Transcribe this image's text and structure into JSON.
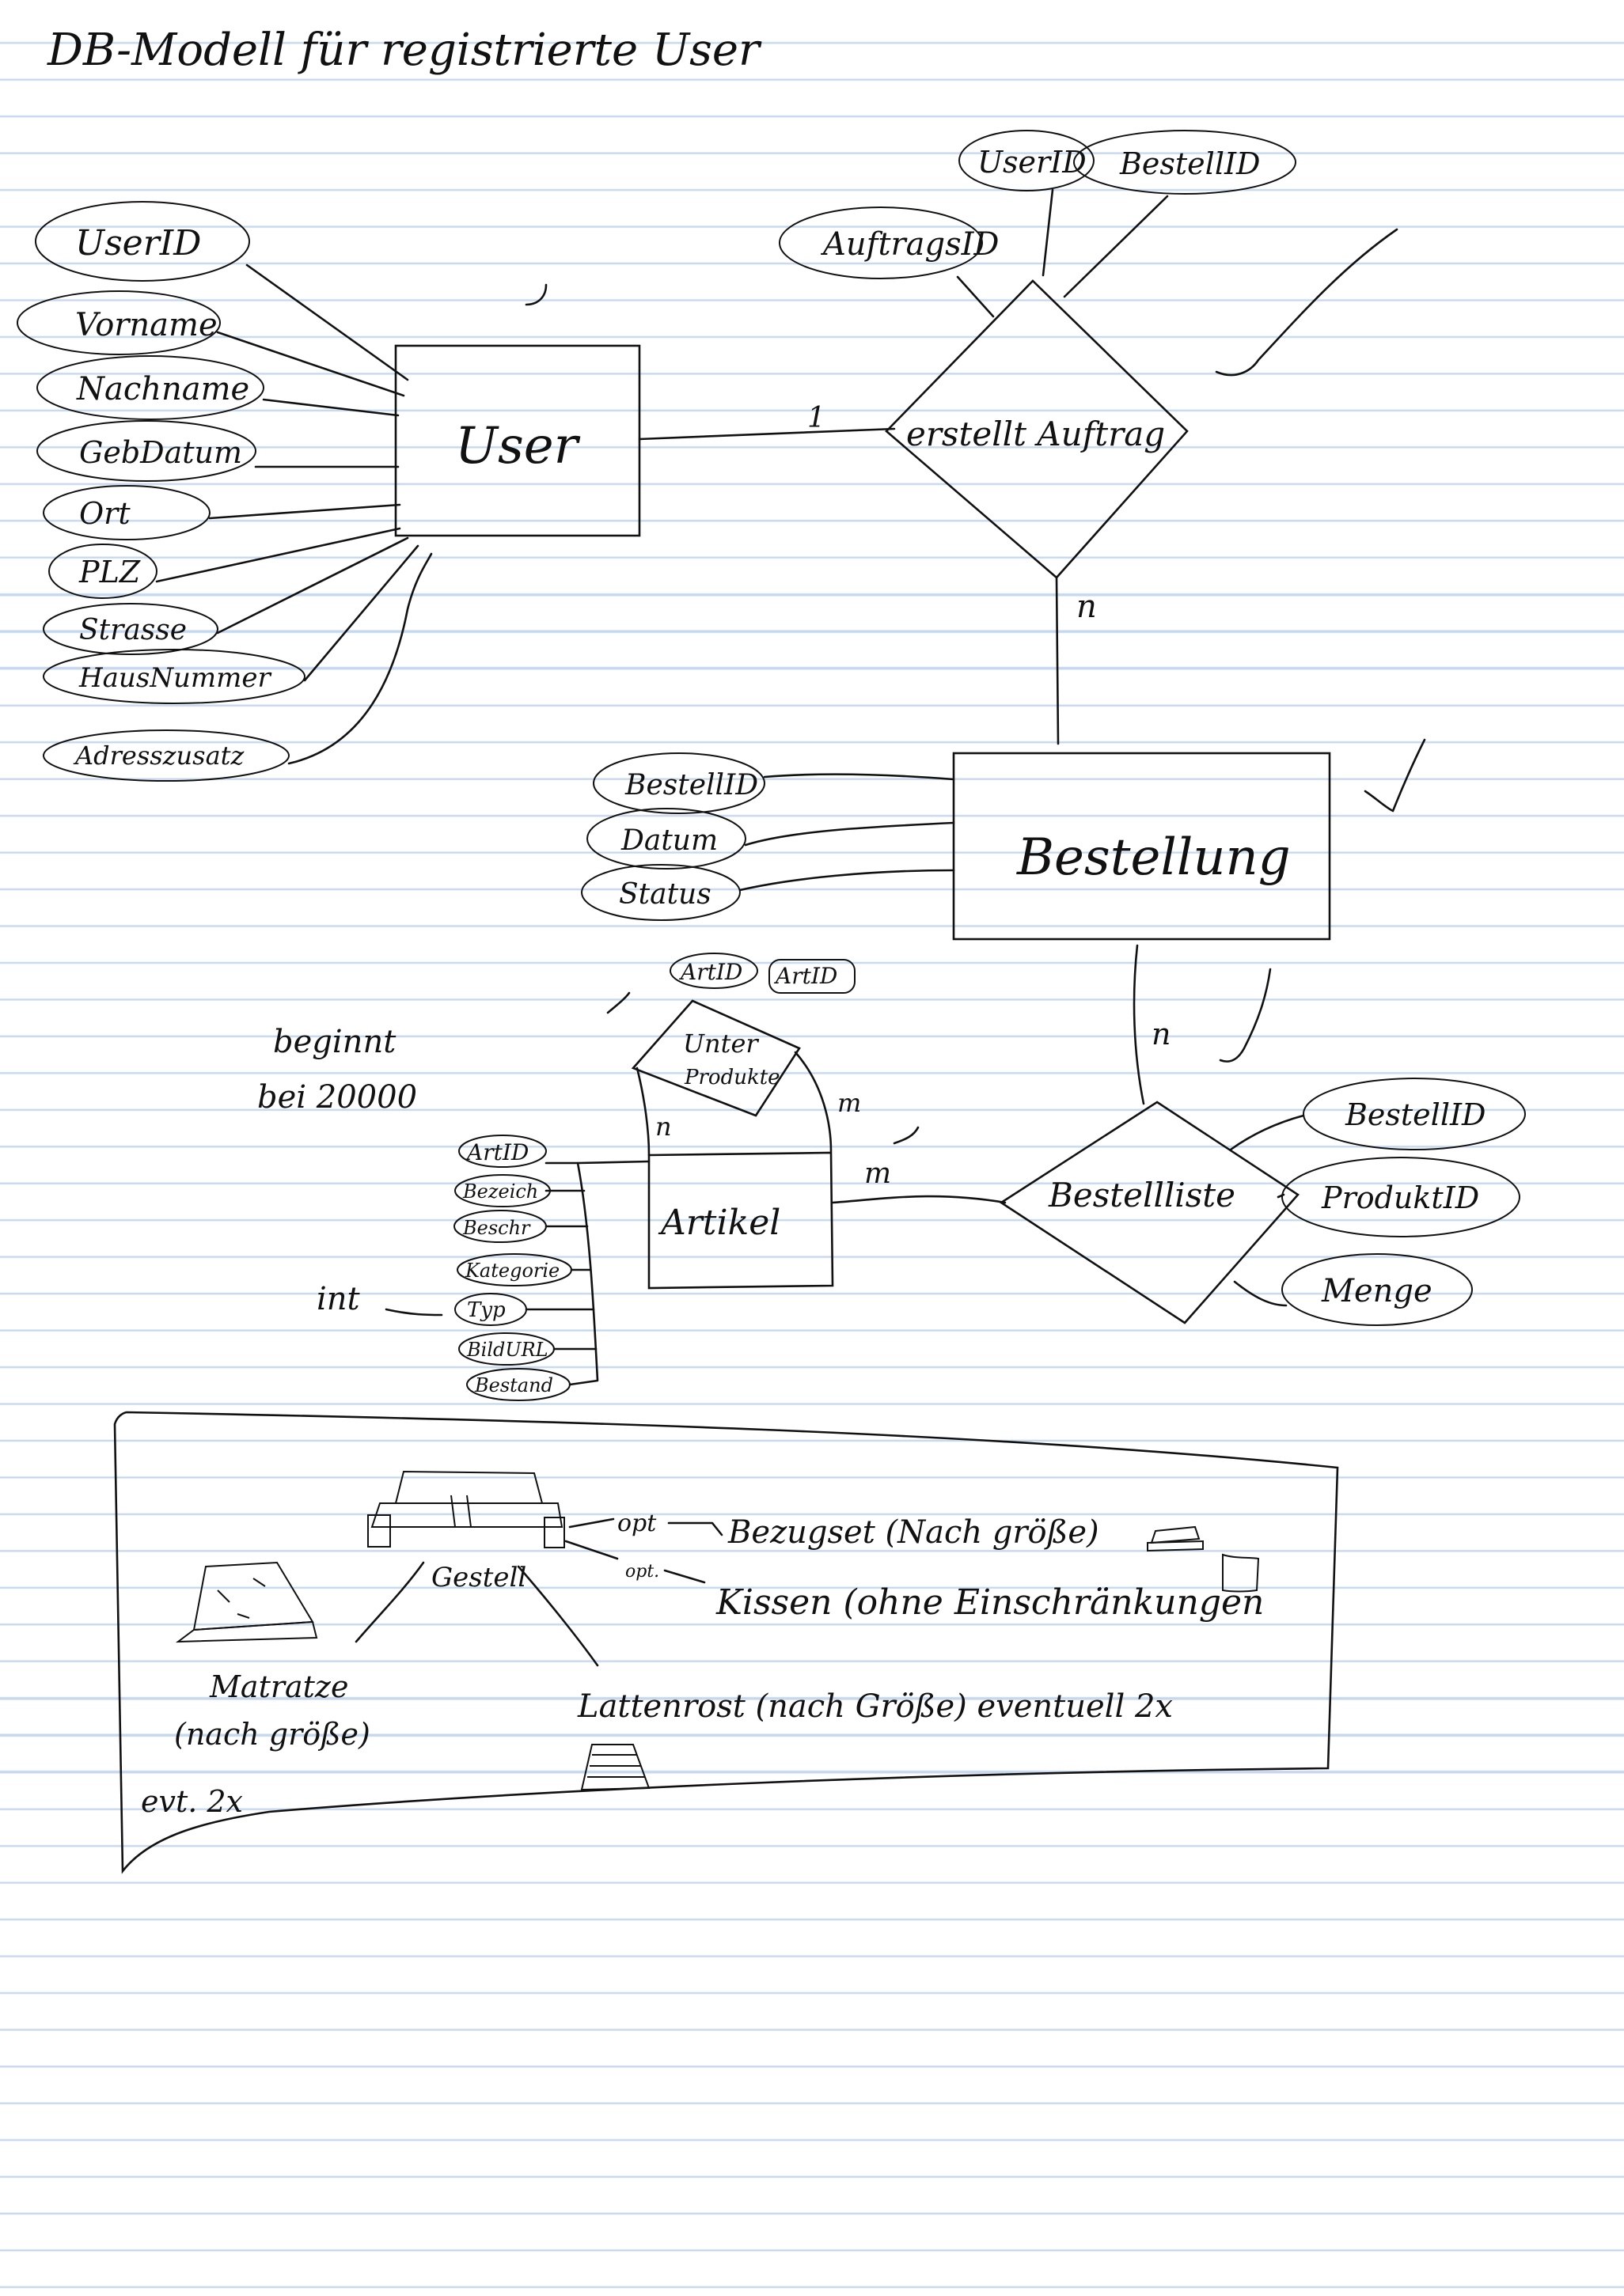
{
  "title": "DB-Modell für registrierte User",
  "entities": {
    "user": "User",
    "bestellung": "Bestellung",
    "artikel": "Artikel"
  },
  "relationships": {
    "erstellt_auftrag": "erstellt Auftrag",
    "unter_produkte": "Unter Produkte",
    "bestellliste": "Bestellliste"
  },
  "attributes": {
    "user": [
      "UserID",
      "Vorname",
      "Nachname",
      "GebDatum",
      "Ort",
      "PLZ",
      "Strasse",
      "HausNummer",
      "Adresszusatz"
    ],
    "auftrag": [
      "AuftragsID",
      "UserID",
      "BestellID"
    ],
    "bestellung": [
      "BestellID",
      "Datum",
      "Status"
    ],
    "unter_produkte": [
      "ArtID",
      "ArtID"
    ],
    "artikel": [
      "ArtID",
      "Bezeich",
      "Beschr",
      "Kategorie",
      "Typ",
      "BildURL",
      "Bestand"
    ],
    "bestellliste": [
      "BestellID",
      "ProduktID",
      "Menge"
    ]
  },
  "cardinalities": {
    "user_auftrag": "1",
    "auftrag_bestellung": "n",
    "bestellung_liste": "n",
    "artikel_liste": "m",
    "unter_n": "n",
    "unter_m": "m"
  },
  "notes": {
    "beginnt": [
      "beginnt",
      "bei 20000"
    ],
    "int": "int"
  },
  "sketch": {
    "opt1": "opt",
    "bezugset": "Bezugset (Nach größe)",
    "opt2": "opt.",
    "kissen": "Kissen (ohne Einschränkungen",
    "gestell": "Gestell",
    "matratze": [
      "Matratze",
      "(nach größe)",
      "evt. 2x"
    ],
    "lattenrost": "Lattenrost (nach Größe) eventuell 2x"
  }
}
